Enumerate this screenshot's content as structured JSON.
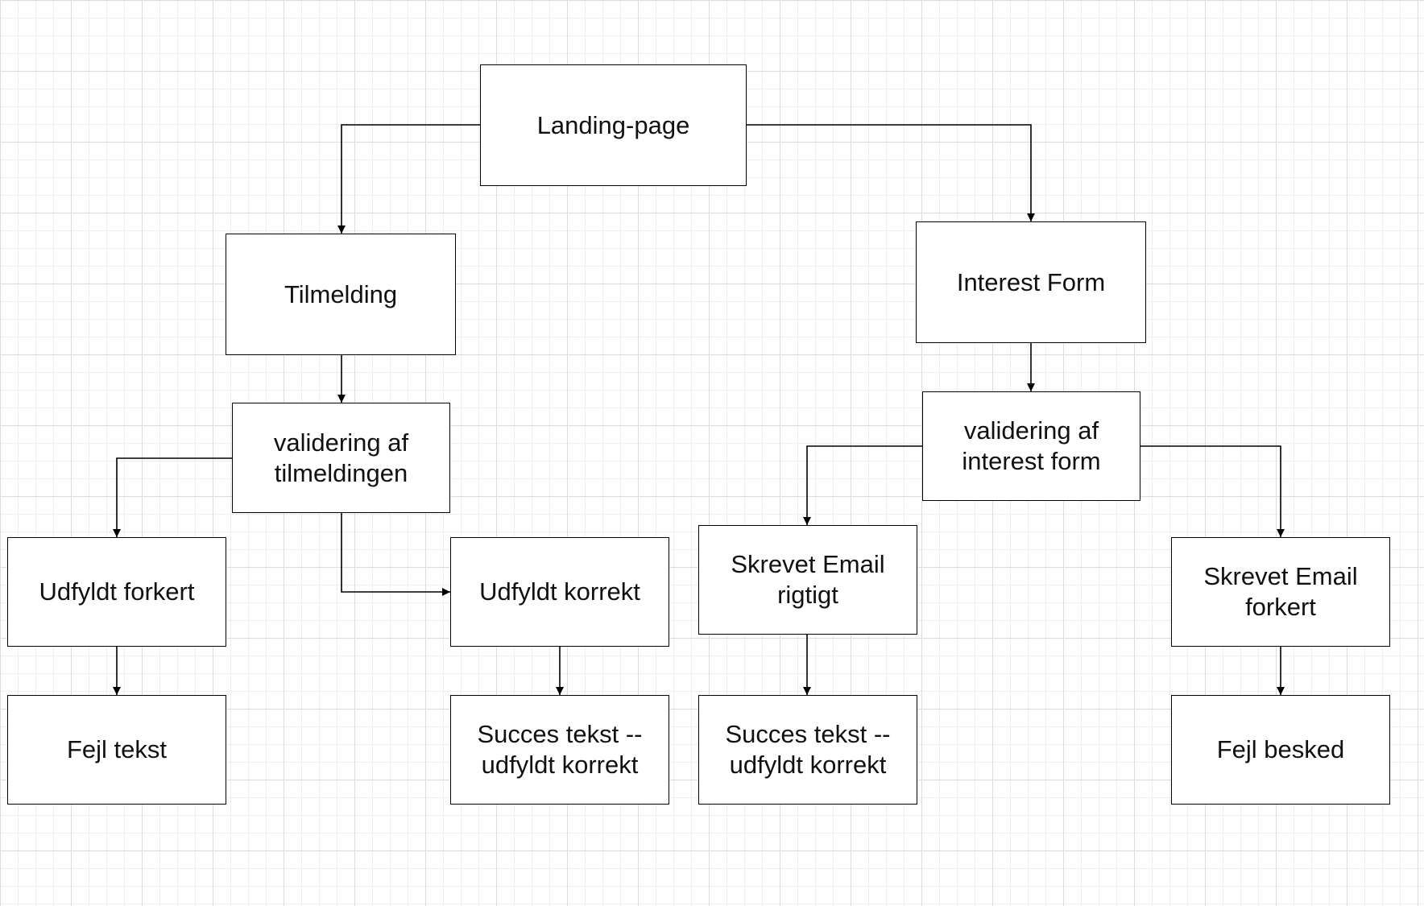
{
  "diagram": {
    "nodes": {
      "landing_page": "Landing-page",
      "tilmelding": "Tilmelding",
      "interest_form": "Interest Form",
      "validering_tilmelding": "validering af\ntilmeldingen",
      "validering_interest": "validering af\ninterest form",
      "udfyldt_forkert": "Udfyldt forkert",
      "udfyldt_korrekt": "Udfyldt korrekt",
      "skrevet_email_rigtigt": "Skrevet Email\nrigtigt",
      "skrevet_email_forkert": "Skrevet Email\nforkert",
      "fejl_tekst": "Fejl tekst",
      "succes_tekst_1": "Succes tekst --\nudfyldt korrekt",
      "succes_tekst_2": "Succes tekst --\nudfyldt korrekt",
      "fejl_besked": "Fejl besked"
    },
    "edges": [
      {
        "from": "landing_page",
        "to": "tilmelding"
      },
      {
        "from": "landing_page",
        "to": "interest_form"
      },
      {
        "from": "tilmelding",
        "to": "validering_tilmelding"
      },
      {
        "from": "interest_form",
        "to": "validering_interest"
      },
      {
        "from": "validering_tilmelding",
        "to": "udfyldt_forkert"
      },
      {
        "from": "validering_tilmelding",
        "to": "udfyldt_korrekt"
      },
      {
        "from": "validering_interest",
        "to": "skrevet_email_rigtigt"
      },
      {
        "from": "validering_interest",
        "to": "skrevet_email_forkert"
      },
      {
        "from": "udfyldt_forkert",
        "to": "fejl_tekst"
      },
      {
        "from": "udfyldt_korrekt",
        "to": "succes_tekst_1"
      },
      {
        "from": "skrevet_email_rigtigt",
        "to": "succes_tekst_2"
      },
      {
        "from": "skrevet_email_forkert",
        "to": "fejl_besked"
      }
    ],
    "colors": {
      "stroke": "#000000",
      "background": "#ffffff",
      "grid": "#dcdcdc",
      "text": "#111111"
    }
  }
}
